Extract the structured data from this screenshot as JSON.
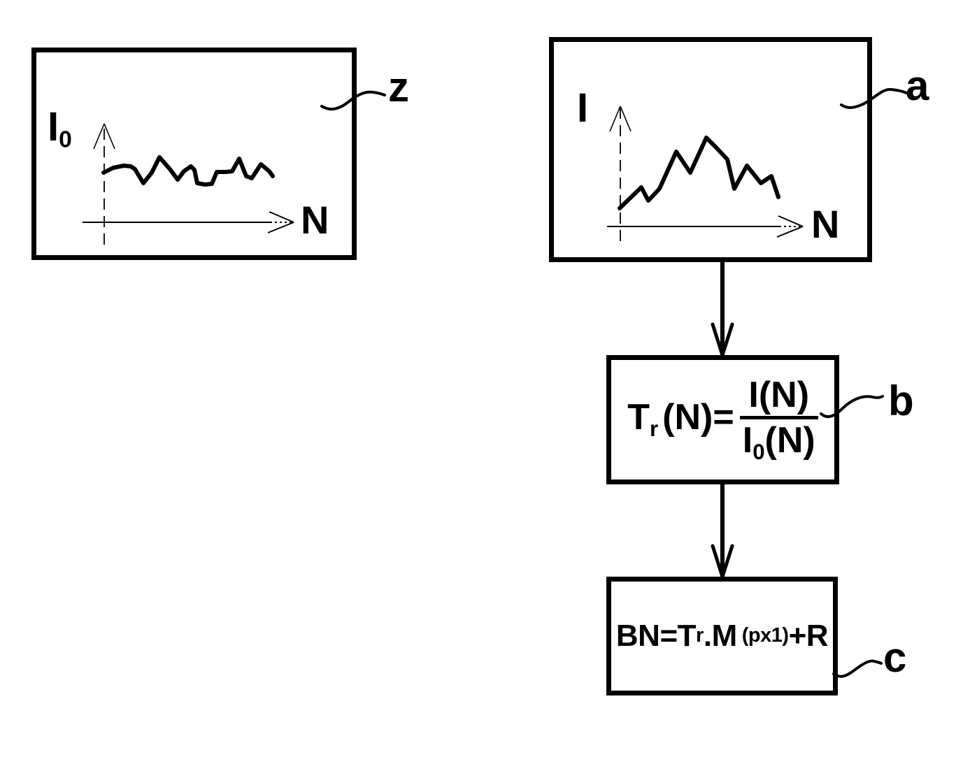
{
  "colors": {
    "ink": "#000000",
    "paper": "#ffffff"
  },
  "ref_labels": {
    "z": "z",
    "a": "a",
    "b": "b",
    "c": "c"
  },
  "plots": {
    "z": {
      "y_axis_base": "I",
      "y_axis_sub": "0",
      "x_axis": "N",
      "signal_points": "96,172 110,165 125,162 135,163 141,167 153,187 165,172 176,150 191,167 202,182 211,170 221,163 226,168 230,187 241,189 251,188 258,171 271,171 280,170 290,152 300,177 308,180 321,160 333,170 338,177"
    },
    "a": {
      "y_axis_base": "I",
      "x_axis": "N",
      "signal_points": "94,238 125,208 135,227 151,210 175,157 195,187 218,137 231,150 248,168 258,210 276,177 296,202 311,192 321,222"
    }
  },
  "formulas": {
    "b": {
      "lhs_base": "T",
      "lhs_sub": "r",
      "lhs_rest": "(N)=",
      "numerator": "I(N)",
      "den_base": "I",
      "den_sub": "0",
      "den_rest": "(N)"
    },
    "c": {
      "seg1": "BN=T",
      "sub1": "r",
      "seg2": ".M",
      "sub2": "(px1)",
      "seg3": "+R"
    }
  }
}
